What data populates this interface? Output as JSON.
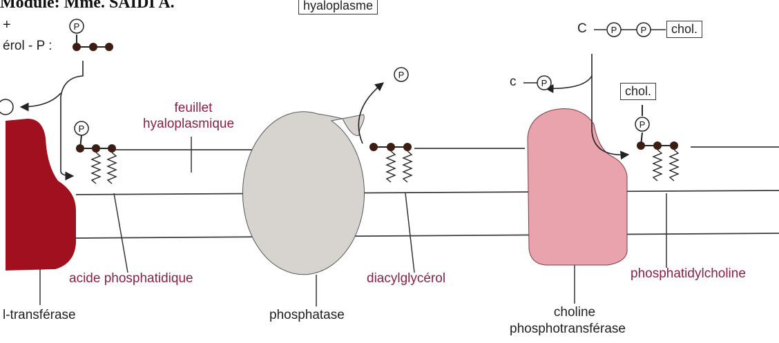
{
  "header": "Module: Mme. SAIDI A.",
  "compartment_box": "hyaloplasme",
  "top_left": {
    "plus": "+",
    "formula": "érol - P :"
  },
  "top_right": {
    "c": "C",
    "chol_box": "chol."
  },
  "symbols": {
    "phosphate": "P",
    "choline_box": "chol.",
    "cytidine_c": "c"
  },
  "labels": {
    "feuillet": "feuillet",
    "hyaloplasmique": "hyaloplasmique",
    "acide_phosphatidique": "acide phosphatidique",
    "diacylglycerol": "diacylglycérol",
    "phosphatidylcholine": "phosphatidylcholine",
    "transferase_left": "l-transférase",
    "phosphatase": "phosphatase",
    "choline": "choline",
    "phosphotransferase": "phosphotransférase"
  },
  "colors": {
    "acyltransferase": "#a0101e",
    "phosphatase": "#d7d4d0",
    "choline_phosphotransferase": "#e9a3ac",
    "label_accent": "#8b1f44",
    "membrane": "#3a3a3a"
  }
}
